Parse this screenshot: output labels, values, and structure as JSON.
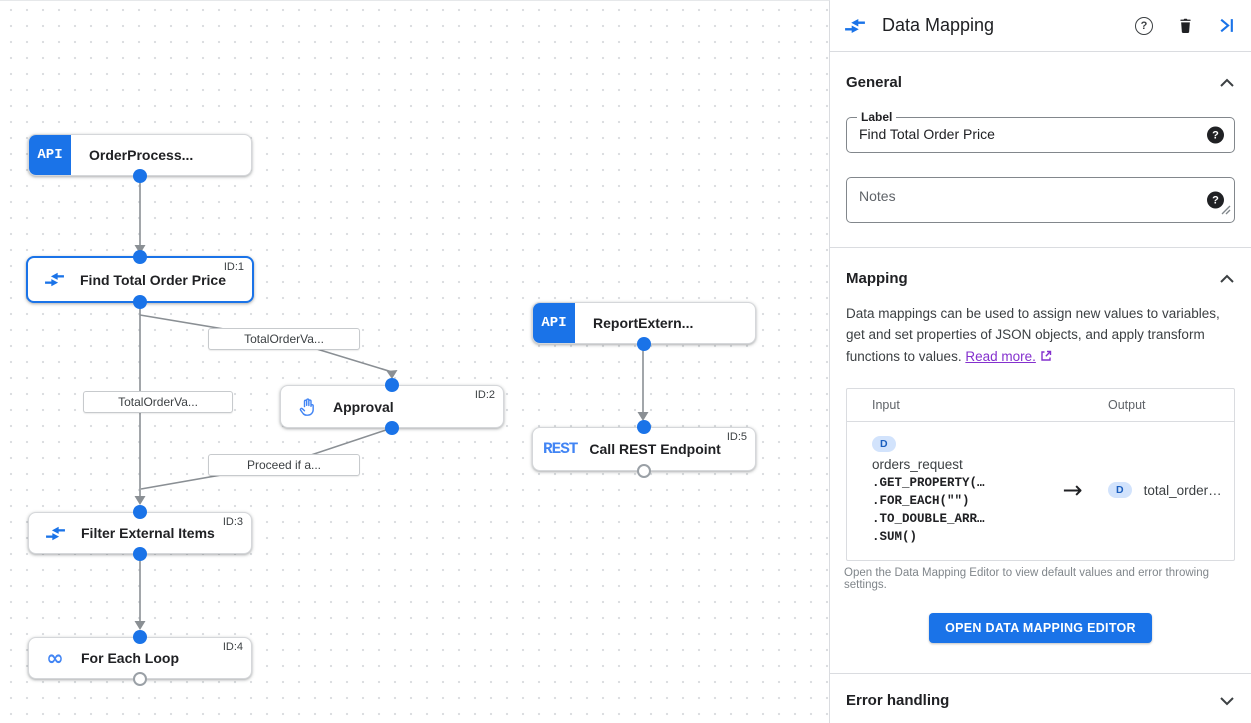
{
  "colors": {
    "accent": "#1a73e8",
    "icon_blue": "#4285f4",
    "link_purple": "#8430ce",
    "badge_bg": "#d2e3fc",
    "edge_gray": "#8a8f94"
  },
  "canvas": {
    "nodes": [
      {
        "title": "OrderProcess...",
        "type": "api-trigger",
        "icon_label": "API"
      },
      {
        "title": "Find Total Order Price",
        "type": "data-mapping",
        "id_label": "ID:1",
        "selected": true
      },
      {
        "title": "ReportExtern...",
        "type": "api-trigger",
        "icon_label": "API"
      },
      {
        "title": "Approval",
        "type": "approval",
        "id_label": "ID:2"
      },
      {
        "title": "Call REST Endpoint",
        "type": "rest-task",
        "id_label": "ID:5",
        "icon_label": "REST"
      },
      {
        "title": "Filter External Items",
        "type": "data-mapping",
        "id_label": "ID:3"
      },
      {
        "title": "For Each Loop",
        "type": "loop",
        "id_label": "ID:4"
      }
    ],
    "edge_labels": [
      "TotalOrderVa...",
      "TotalOrderVa...",
      "Proceed if a..."
    ]
  },
  "panel": {
    "title": "Data Mapping",
    "icons": {
      "help_glyph": "?"
    },
    "general": {
      "section_label": "General",
      "label_field": {
        "label": "Label",
        "value": "Find Total Order Price"
      },
      "notes_field": {
        "placeholder": "Notes"
      }
    },
    "mapping": {
      "section_label": "Mapping",
      "description": "Data mappings can be used to assign new values to variables, get and set properties of JSON objects, and apply transform functions to values.",
      "read_more_label": "Read more.",
      "table": {
        "input_header": "Input",
        "output_header": "Output",
        "row": {
          "input_badge": "D",
          "input_variable": "orders_request",
          "input_functions": [
            ".GET_PROPERTY(…",
            ".FOR_EACH(\"\")",
            ".TO_DOUBLE_ARR…",
            ".SUM()"
          ],
          "arrow_glyph": "→",
          "output_badge": "D",
          "output_variable": "total_order…"
        }
      },
      "hint": "Open the Data Mapping Editor to view default values and error throwing settings.",
      "button_label": "OPEN DATA MAPPING EDITOR"
    },
    "error_handling": {
      "section_label": "Error handling"
    }
  }
}
